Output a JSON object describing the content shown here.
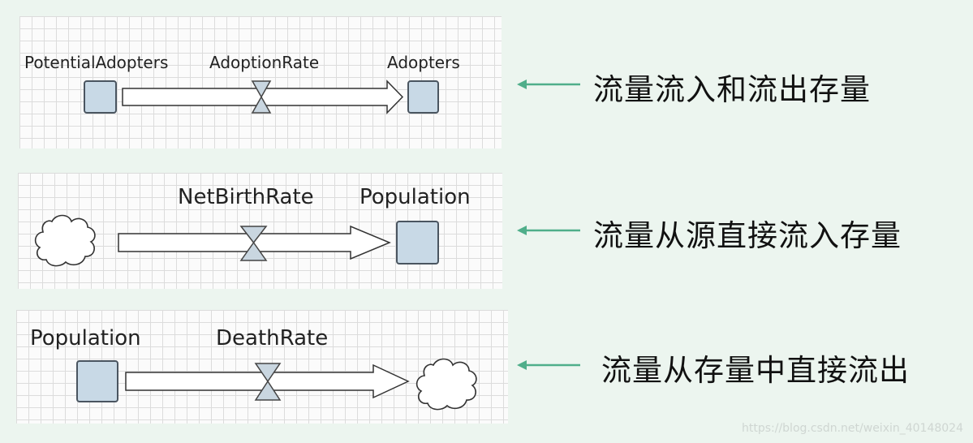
{
  "diagrams": [
    {
      "labels": {
        "source": "PotentialAdopters",
        "flow": "AdoptionRate",
        "target": "Adopters"
      },
      "caption": "流量流入和流出存量"
    },
    {
      "labels": {
        "flow": "NetBirthRate",
        "target": "Population"
      },
      "caption": "流量从源直接流入存量"
    },
    {
      "labels": {
        "source": "Population",
        "flow": "DeathRate"
      },
      "caption": "流量从存量中直接流出"
    }
  ],
  "watermark": "https://blog.csdn.net/weixin_40148024",
  "colors": {
    "stock_fill": "#c8d9e6",
    "arrow_indicator": "#4fae8a"
  }
}
